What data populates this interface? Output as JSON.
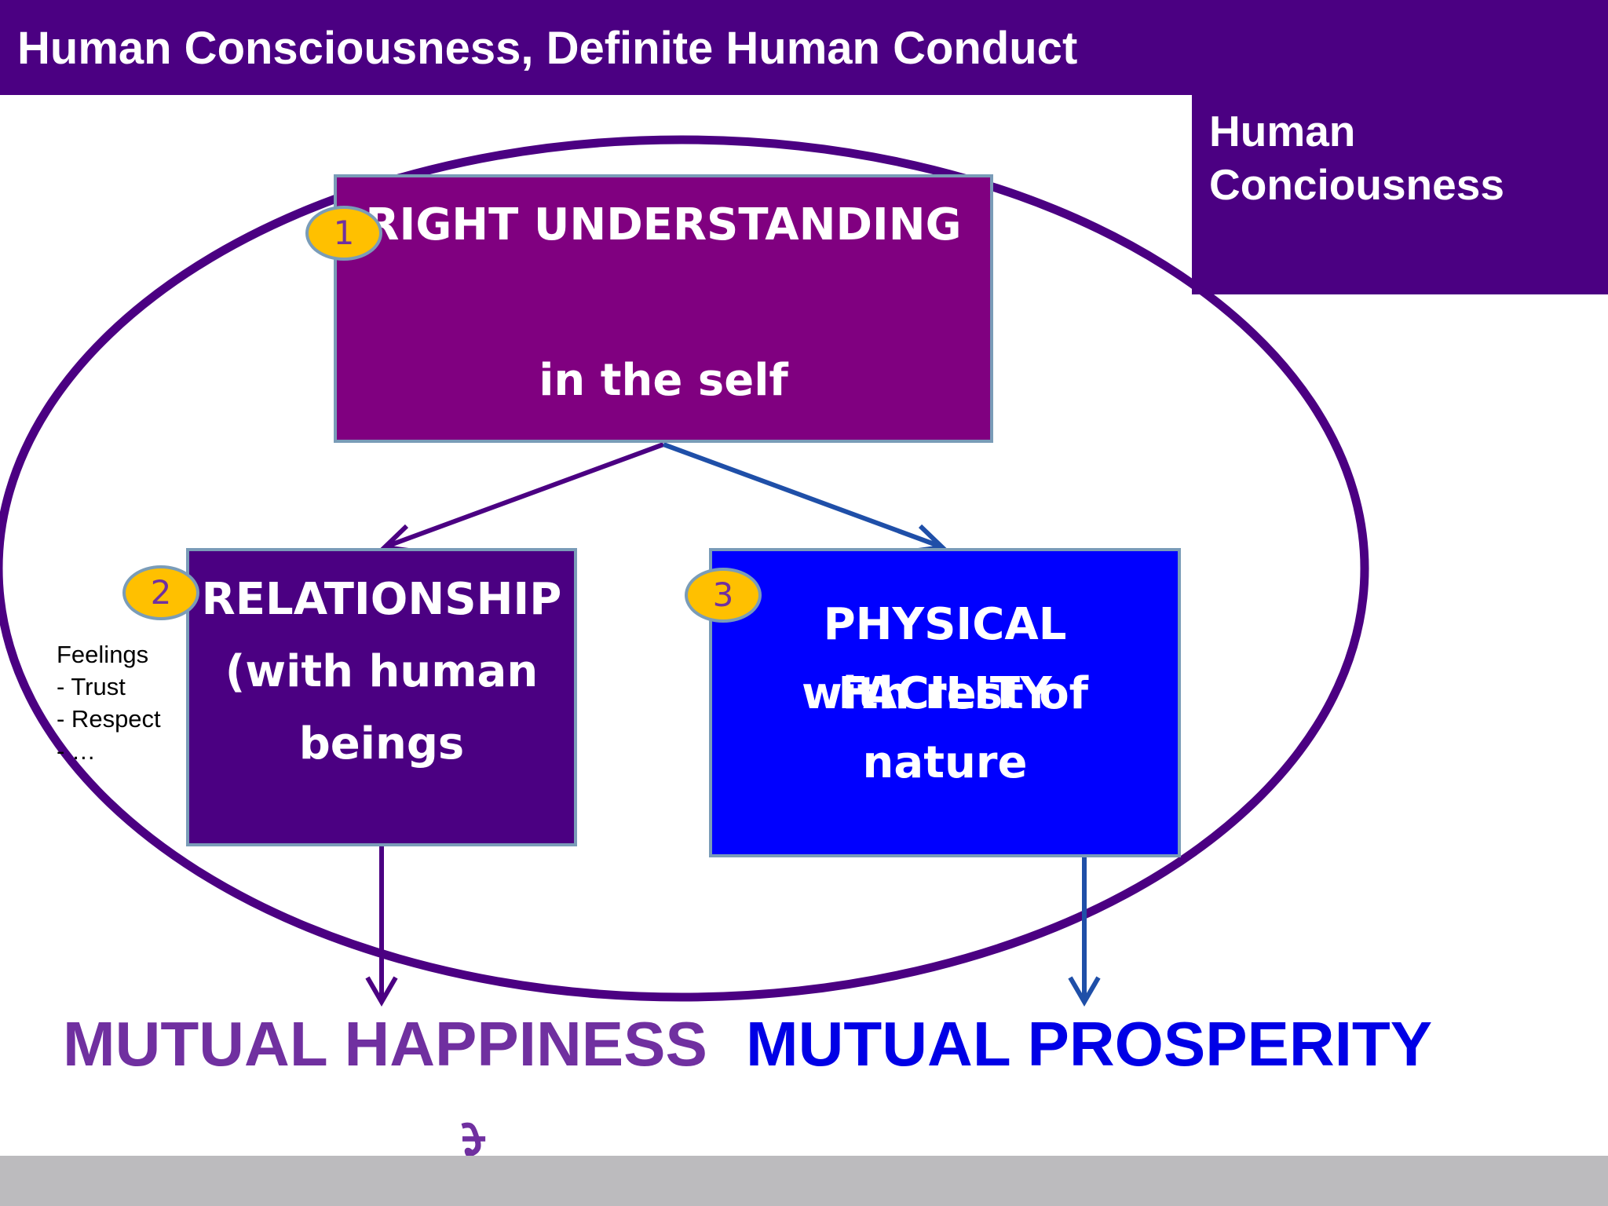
{
  "header": {
    "title": "Human Consciousness, Definite Human Conduct"
  },
  "side_panel": {
    "line1": "Human",
    "line2": "Conciousness"
  },
  "boxes": {
    "right_understanding": {
      "badge": "1",
      "line1": "RIGHT UNDERSTANDING",
      "line2": "in the self"
    },
    "relationship": {
      "badge": "2",
      "line1": "RELATIONSHIP",
      "line2": "(with human",
      "line3": "beings"
    },
    "physical_facility": {
      "badge": "3",
      "line1": "PHYSICAL FACILITY",
      "line2": "with rest of nature"
    }
  },
  "feelings": {
    "title": "Feelings",
    "items": [
      "- Trust",
      "- Respect",
      "- …"
    ]
  },
  "outcomes": {
    "happiness": "MUTUAL HAPPINESS",
    "prosperity": "MUTUAL PROSPERITY"
  },
  "logo": {
    "glyph": "रे"
  },
  "colors": {
    "title_bar": "#4b0082",
    "ellipse": "#4b0082",
    "right_understanding": "#800080",
    "relationship": "#4b0082",
    "physical_facility": "#0000ff",
    "badge": "#ffc000",
    "happiness_text": "#7030a0",
    "prosperity_text": "#0000e6",
    "arrow_left": "#4b0082",
    "arrow_right": "#1f4fa8",
    "footer_bar": "#bcbbbe"
  }
}
